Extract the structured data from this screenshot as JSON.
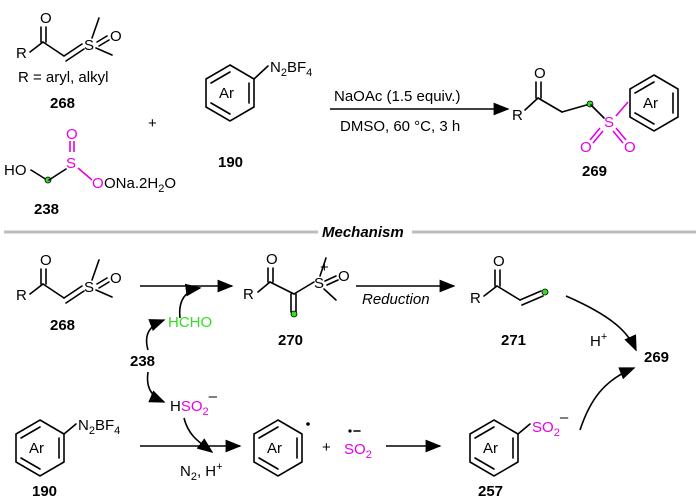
{
  "top": {
    "r_def": "R = aryl, alkyl",
    "c268": "268",
    "plus": "+",
    "c190": "190",
    "c238": "238",
    "reagent": "NaOAc (1.5 equiv.)",
    "conditions": "DMSO, 60 °C, 3 h",
    "c269": "269",
    "ar": "Ar",
    "r": "R",
    "o": "O",
    "s": "S",
    "ho": "HO",
    "ona": "ONa.2H",
    "ona_tail": "O"
  },
  "mech": {
    "title": "Mechanism",
    "c268": "268",
    "c270": "270",
    "c271": "271",
    "c238": "238",
    "c190": "190",
    "c257": "257",
    "c269": "269",
    "reduction": "Reduction",
    "hcho": "HCHO",
    "hplus": "H",
    "n2h": "N",
    "plus": "+",
    "ar": "Ar",
    "r": "R",
    "o": "O",
    "s": "S",
    "hso2": "HSO",
    "so2": "SO"
  },
  "colors": {
    "sulfur": "#e600e6",
    "carbon_mark": "#33dd22"
  }
}
